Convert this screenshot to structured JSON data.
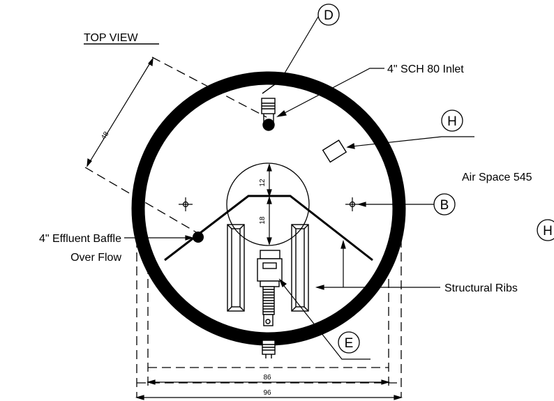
{
  "view_title": "TOP VIEW",
  "labels": {
    "inlet": "4\" SCH 80 Inlet",
    "air_space": "Air Space 545",
    "baffle_line1": "4\" Effluent Baffle",
    "baffle_line2": "Over Flow",
    "ribs": "Structural Ribs"
  },
  "callouts": {
    "d": "D",
    "h_top": "H",
    "h_right": "H",
    "b": "B",
    "e": "E"
  },
  "dimensions": {
    "d48": "48",
    "d12": "12",
    "d18": "18",
    "d86": "86",
    "d96": "96"
  }
}
